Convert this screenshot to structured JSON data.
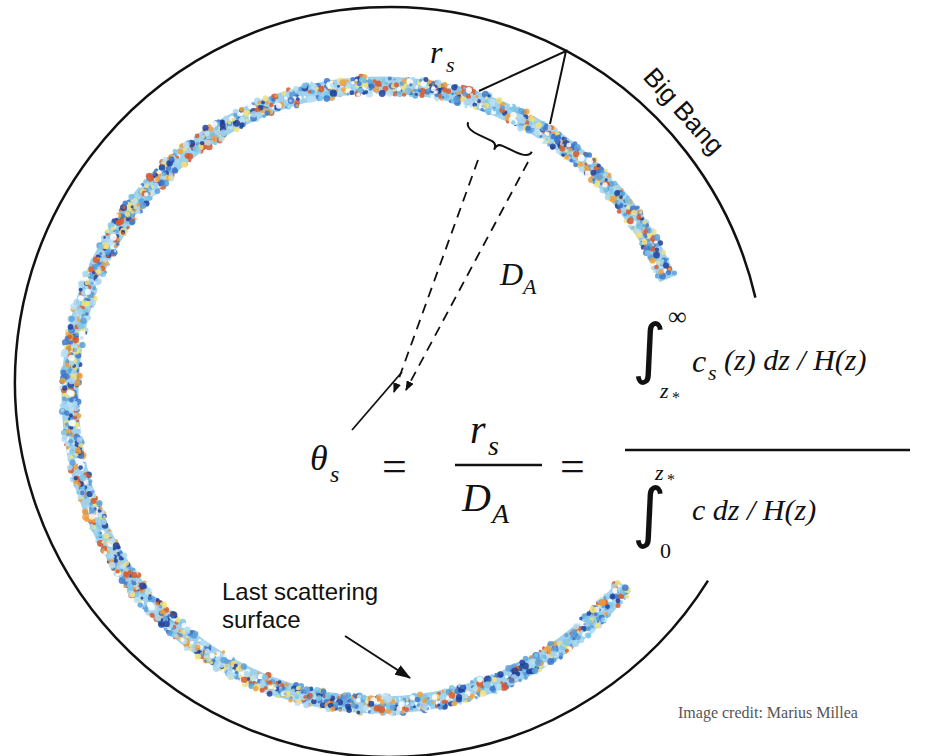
{
  "diagram": {
    "labels": [
      "Big Bang",
      "r",
      "s",
      "D",
      "A",
      "θ",
      "s",
      "=",
      "r",
      "s",
      "D",
      "A",
      "=",
      "∞",
      "∫",
      "z",
      "*",
      "c",
      "s",
      "(z) dz / H(z)",
      "z",
      "*",
      "∫",
      "0",
      "c dz / H(z)",
      "Last scattering surface",
      "Image credit: Marius Millea"
    ]
  }
}
